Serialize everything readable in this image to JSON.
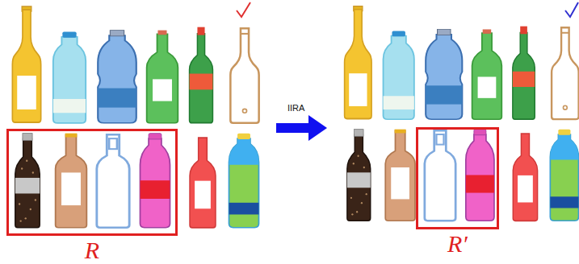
{
  "diagram": {
    "nodes": [
      {
        "text": [
          "R"
        ]
      },
      {
        "text": [
          "R′"
        ]
      }
    ],
    "labels": [
      "IIRA"
    ]
  }
}
